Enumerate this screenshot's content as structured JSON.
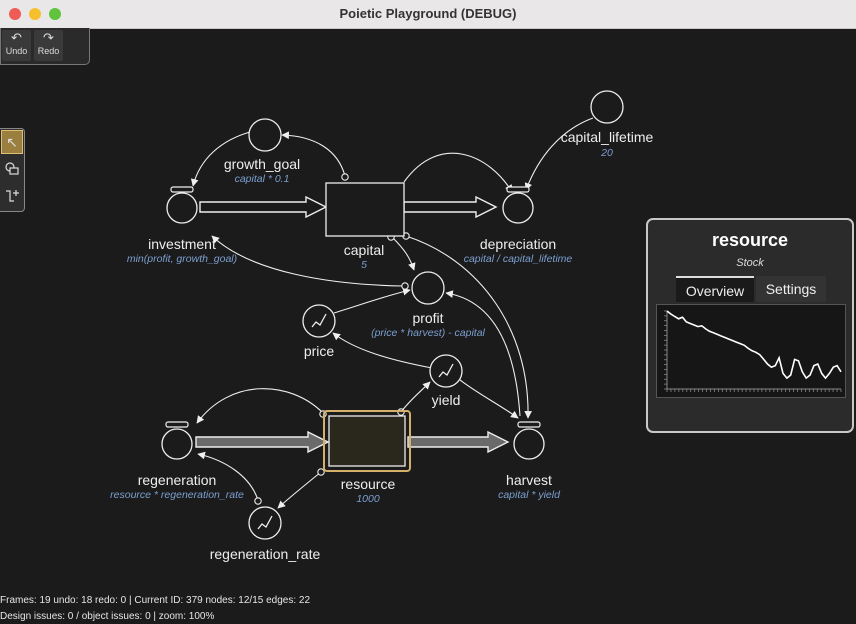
{
  "window": {
    "title": "Poietic Playground (DEBUG)"
  },
  "toolbar": {
    "undo_label": "Undo",
    "redo_label": "Redo"
  },
  "nodes": {
    "growth_goal": {
      "name": "growth_goal",
      "formula": "capital * 0.1"
    },
    "capital_lifetime": {
      "name": "capital_lifetime",
      "formula": "20"
    },
    "investment": {
      "name": "investment",
      "formula": "min(profit, growth_goal)"
    },
    "capital": {
      "name": "capital",
      "formula": "5"
    },
    "depreciation": {
      "name": "depreciation",
      "formula": "capital / capital_lifetime"
    },
    "profit": {
      "name": "profit",
      "formula": "(price * harvest) - capital"
    },
    "price": {
      "name": "price"
    },
    "yield": {
      "name": "yield"
    },
    "regeneration": {
      "name": "regeneration",
      "formula": "resource * regeneration_rate"
    },
    "resource": {
      "name": "resource",
      "formula": "1000"
    },
    "harvest": {
      "name": "harvest",
      "formula": "capital * yield"
    },
    "regeneration_rate": {
      "name": "regeneration_rate"
    }
  },
  "inspector": {
    "title": "resource",
    "subtitle": "Stock",
    "tabs": [
      "Overview",
      "Settings"
    ]
  },
  "status": {
    "line1": "Frames: 19 undo: 18 redo: 0 | Current ID: 379 nodes: 12/15 edges: 22",
    "line2": "Design issues: 0 / object issues: 0 | zoom: 100%"
  },
  "colors": {
    "formula": "#7c9fd0",
    "selection": "#d4b06a",
    "stroke": "#eeeeee",
    "background": "#1b1b1b"
  },
  "chart_data": {
    "type": "line",
    "title": "",
    "xlabel": "",
    "ylabel": "",
    "series": [
      {
        "values": [
          1.0,
          0.96,
          0.93,
          0.9,
          0.92,
          0.86,
          0.84,
          0.82,
          0.8,
          0.81,
          0.77,
          0.74,
          0.72,
          0.7,
          0.68,
          0.66,
          0.64,
          0.62,
          0.6,
          0.58,
          0.56,
          0.52,
          0.49,
          0.47,
          0.44,
          0.38,
          0.32,
          0.28,
          0.3,
          0.4,
          0.2,
          0.14,
          0.18,
          0.38,
          0.36,
          0.22,
          0.14,
          0.18,
          0.3,
          0.32,
          0.2,
          0.14,
          0.2,
          0.28,
          0.3,
          0.22
        ]
      }
    ]
  }
}
